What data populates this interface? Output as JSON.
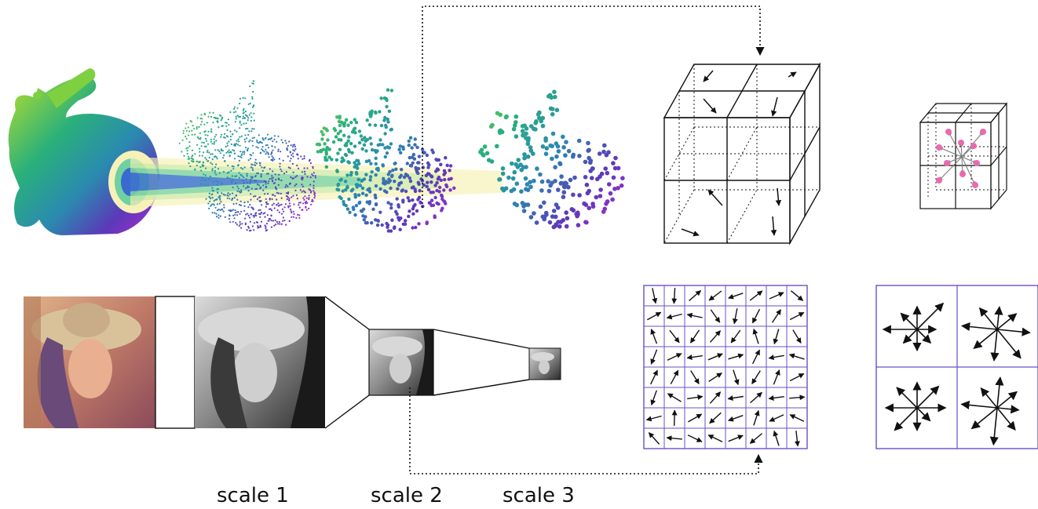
{
  "scale_labels": [
    {
      "text": "scale 1"
    },
    {
      "text": "scale 2"
    },
    {
      "text": "scale 3"
    }
  ],
  "colors": {
    "grid_line": "#6b4fc8",
    "arrow": "#111111",
    "dotted_link": "#111111",
    "highlight_point": "#e86ab0",
    "bunny_gradient": [
      "#b8e02a",
      "#2ab07a",
      "#2a8ab0",
      "#5a3ab8",
      "#b02ad0"
    ],
    "cone_colors": [
      "#f6f1b8",
      "#c8e8a8",
      "#6fd0a0",
      "#4a8ad0",
      "#2a4ab8"
    ]
  },
  "icons": {
    "point_cloud": "bunny-point-cloud-icon",
    "image": "photo-thumbnail-icon",
    "voxel_grid": "voxel-cube-icon",
    "vector_field": "arrow-field-icon",
    "radial_histogram": "radial-arrow-star-icon"
  }
}
